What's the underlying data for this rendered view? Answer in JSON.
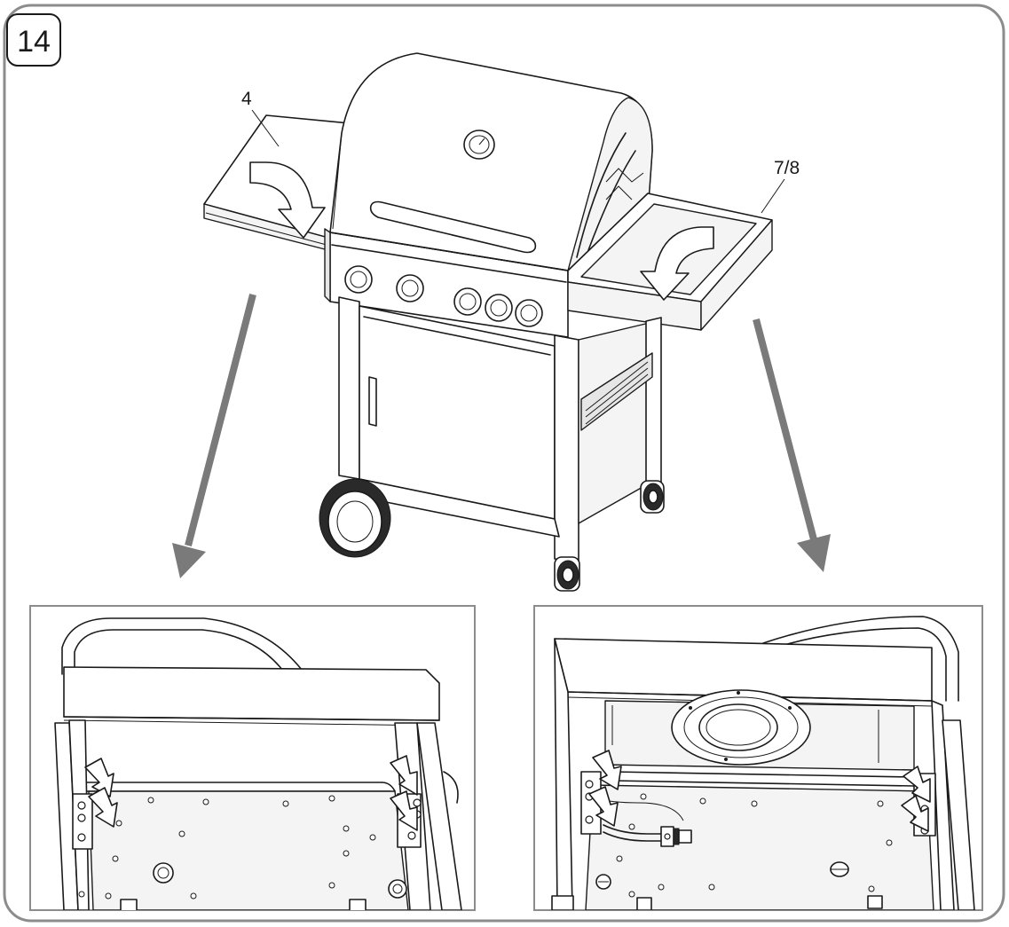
{
  "step": {
    "number": "14"
  },
  "labels": {
    "left_side_table": "4",
    "right_side_table": "7/8"
  },
  "detail_views": [
    {
      "id": "left-detail"
    },
    {
      "id": "right-detail"
    }
  ],
  "colors": {
    "line": "#1a1a1a",
    "frame": "#8c8c8c",
    "guide_arrow": "#7a7a7a",
    "background": "#ffffff"
  }
}
